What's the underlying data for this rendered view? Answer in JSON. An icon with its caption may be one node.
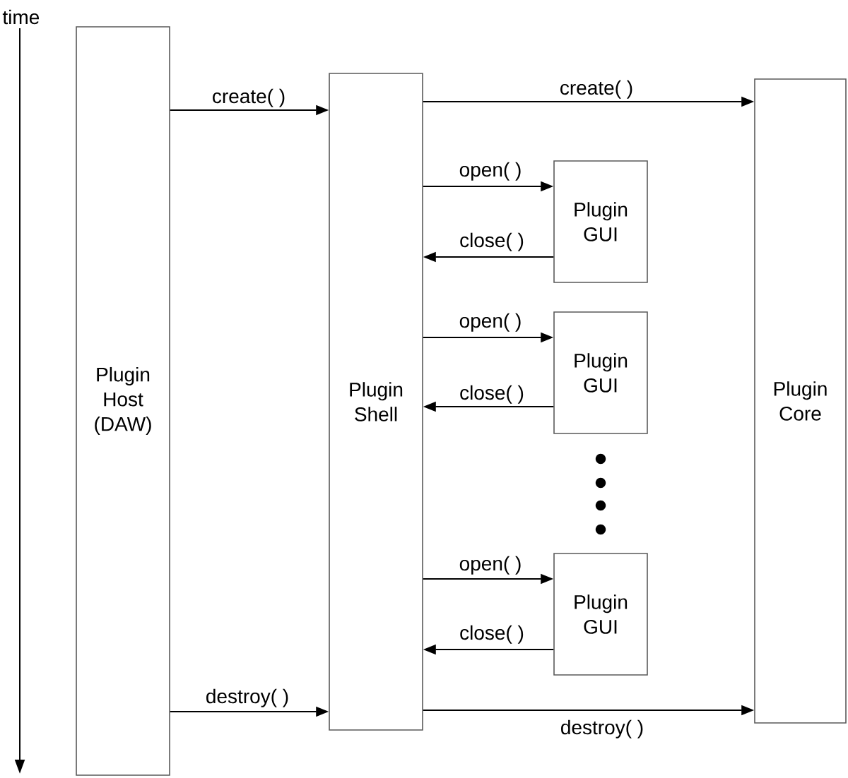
{
  "diagram": {
    "nodes": [
      {
        "text": [
          "Plugin Host (DAW)"
        ]
      },
      {
        "text": [
          "Plugin Shell"
        ]
      },
      {
        "text": [
          "Plugin Core"
        ]
      },
      {
        "text": [
          "Plugin GUI"
        ]
      },
      {
        "text": [
          "Plugin GUI"
        ]
      },
      {
        "text": [
          "Plugin GUI"
        ]
      }
    ],
    "edges": [
      {
        "from": 0,
        "to": 1,
        "arrow": "to",
        "label": "create( )"
      },
      {
        "from": 1,
        "to": 2,
        "arrow": "to",
        "label": "create( )"
      },
      {
        "from": 1,
        "to": 3,
        "arrow": "to",
        "label": "open( )"
      },
      {
        "from": 3,
        "to": 1,
        "arrow": "to",
        "label": "close( )"
      },
      {
        "from": 1,
        "to": 4,
        "arrow": "to",
        "label": "open( )"
      },
      {
        "from": 4,
        "to": 1,
        "arrow": "to",
        "label": "close( )"
      },
      {
        "from": 1,
        "to": 5,
        "arrow": "to",
        "label": "open( )"
      },
      {
        "from": 5,
        "to": 1,
        "arrow": "to",
        "label": "close( )"
      },
      {
        "from": 0,
        "to": 1,
        "arrow": "to",
        "label": "destroy( )"
      },
      {
        "from": 1,
        "to": 2,
        "arrow": "to",
        "label": "destroy( )"
      }
    ],
    "labels": [
      "time"
    ]
  }
}
